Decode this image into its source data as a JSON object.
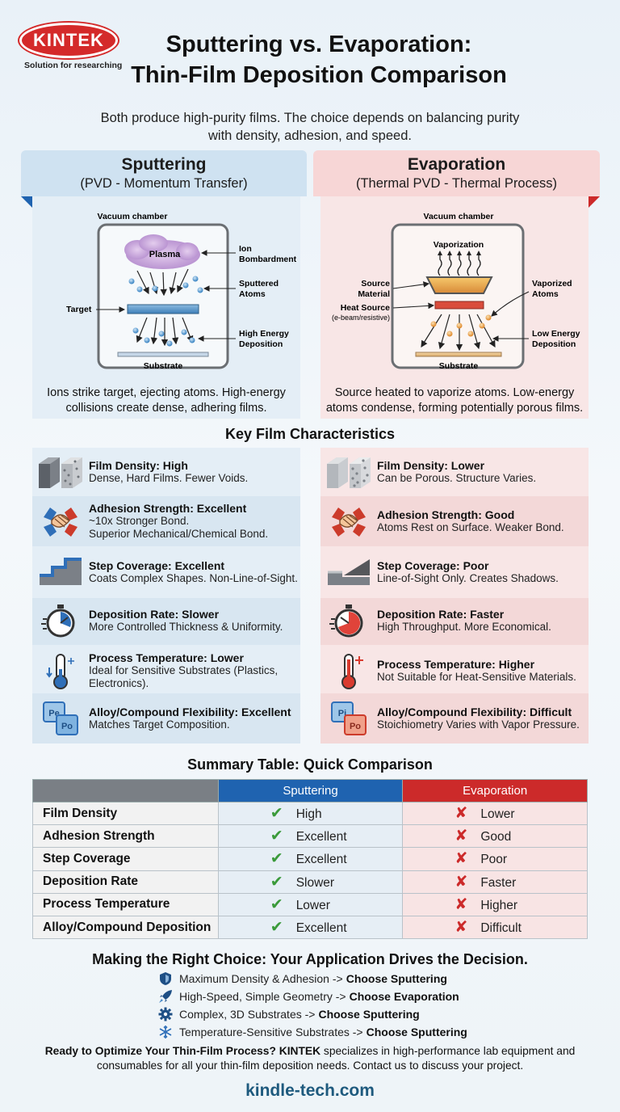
{
  "brand": {
    "logo_text": "KINTEK",
    "tagline": "Solution for researching"
  },
  "title": {
    "line1": "Sputtering vs. Evaporation:",
    "line2": "Thin-Film Deposition Comparison"
  },
  "intro": {
    "line1": "Both produce high-purity films. The choice depends on balancing purity",
    "line2": "with density, adhesion, and speed."
  },
  "sputtering": {
    "heading": "Sputtering",
    "subheading": "(PVD - Momentum Transfer)",
    "diagram": {
      "chamber": "Vacuum chamber",
      "plasma": "Plasma",
      "ion_bombardment": [
        "Ion",
        "Bombardment"
      ],
      "sputtered_atoms": [
        "Sputtered",
        "Atoms"
      ],
      "target": "Target",
      "high_energy": [
        "High Energy",
        "Deposition"
      ],
      "substrate": "Substrate"
    },
    "caption": {
      "line1": "Ions strike target, ejecting atoms. High-energy",
      "line2": "collisions create dense, adhering films."
    }
  },
  "evaporation": {
    "heading": "Evaporation",
    "subheading": "(Thermal PVD - Thermal Process)",
    "diagram": {
      "chamber": "Vacuum chamber",
      "vaporization": "Vaporization",
      "source_material": [
        "Source",
        "Material"
      ],
      "heat_source": "Heat Source",
      "heat_note": "(e-beam/resistive)",
      "vaporized_atoms": [
        "Vaporized",
        "Atoms"
      ],
      "low_energy": [
        "Low Energy",
        "Deposition"
      ],
      "substrate": "Substrate"
    },
    "caption": {
      "line1": "Source heated to vaporize atoms. Low-energy",
      "line2": "atoms condense, forming potentially porous films."
    }
  },
  "characteristics_title": "Key Film Characteristics",
  "characteristics": {
    "sputtering": [
      {
        "title": "Film Density: High",
        "lines": [
          "Dense, Hard Films. Fewer Voids."
        ],
        "icon": "cube-icon"
      },
      {
        "title": "Adhesion Strength: Excellent",
        "lines": [
          "~10x Stronger Bond.",
          "Superior Mechanical/Chemical Bond."
        ],
        "icon": "handshake-icon"
      },
      {
        "title": "Step Coverage: Excellent",
        "lines": [
          "Coats Complex Shapes. Non-Line-of-Sight."
        ],
        "icon": "steps-icon"
      },
      {
        "title": "Deposition Rate: Slower",
        "lines": [
          "More Controlled Thickness & Uniformity."
        ],
        "icon": "stopwatch-icon"
      },
      {
        "title": "Process Temperature: Lower",
        "lines": [
          "Ideal for Sensitive Substrates (Plastics,",
          "Electronics)."
        ],
        "icon": "thermometer-icon"
      },
      {
        "title": "Alloy/Compound Flexibility: Excellent",
        "lines": [
          "Matches Target Composition."
        ],
        "icon": "element-tiles-icon"
      }
    ],
    "evaporation": [
      {
        "title": "Film Density: Lower",
        "lines": [
          "Can be Porous. Structure Varies."
        ],
        "icon": "cube-icon"
      },
      {
        "title": "Adhesion Strength: Good",
        "lines": [
          "Atoms Rest on Surface. Weaker Bond."
        ],
        "icon": "handshake-icon"
      },
      {
        "title": "Step Coverage: Poor",
        "lines": [
          "Line-of-Sight Only. Creates Shadows."
        ],
        "icon": "shadow-step-icon"
      },
      {
        "title": "Deposition Rate: Faster",
        "lines": [
          "High Throughput. More Economical."
        ],
        "icon": "stopwatch-icon"
      },
      {
        "title": "Process Temperature: Higher",
        "lines": [
          "Not Suitable for Heat-Sensitive Materials."
        ],
        "icon": "thermometer-icon"
      },
      {
        "title": "Alloy/Compound Flexibility: Difficult",
        "lines": [
          "Stoichiometry Varies with Vapor Pressure."
        ],
        "icon": "element-tiles-icon"
      }
    ]
  },
  "summary": {
    "title": "Summary Table: Quick Comparison",
    "col_sputtering": "Sputtering",
    "col_evaporation": "Evaporation",
    "rows": [
      {
        "label": "Film Density",
        "sputtering": "High",
        "evaporation": "Lower"
      },
      {
        "label": "Adhesion Strength",
        "sputtering": "Excellent",
        "evaporation": "Good"
      },
      {
        "label": "Step Coverage",
        "sputtering": "Excellent",
        "evaporation": "Poor"
      },
      {
        "label": "Deposition Rate",
        "sputtering": "Slower",
        "evaporation": "Faster"
      },
      {
        "label": "Process Temperature",
        "sputtering": "Lower",
        "evaporation": "Higher"
      },
      {
        "label": "Alloy/Compound Deposition",
        "sputtering": "Excellent",
        "evaporation": "Difficult"
      }
    ]
  },
  "choice": {
    "title": "Making the Right Choice: Your Application Drives the Decision.",
    "items": [
      {
        "text": "Maximum Density & Adhesion ->",
        "bold": "Choose Sputtering",
        "icon": "shield-icon"
      },
      {
        "text": "High-Speed, Simple Geometry ->",
        "bold": "Choose Evaporation",
        "icon": "rocket-icon"
      },
      {
        "text": "Complex, 3D Substrates ->",
        "bold": "Choose Sputtering",
        "icon": "gear-icon"
      },
      {
        "text": "Temperature-Sensitive Substrates ->",
        "bold": "Choose Sputtering",
        "icon": "snowflake-icon"
      }
    ]
  },
  "cta": {
    "bold": "Ready to Optimize Your Thin-Film Process? KINTEK",
    "text": " specializes in high-performance lab equipment and",
    "line2": "consumables for all your thin-film deposition needs. Contact us to discuss your project."
  },
  "website": "kindle-tech.com",
  "colors": {
    "sputter_blue": "#1f63b0",
    "evap_red": "#cc2a2a",
    "check_green": "#3a9a3a",
    "brand_red": "#d42a2a"
  }
}
